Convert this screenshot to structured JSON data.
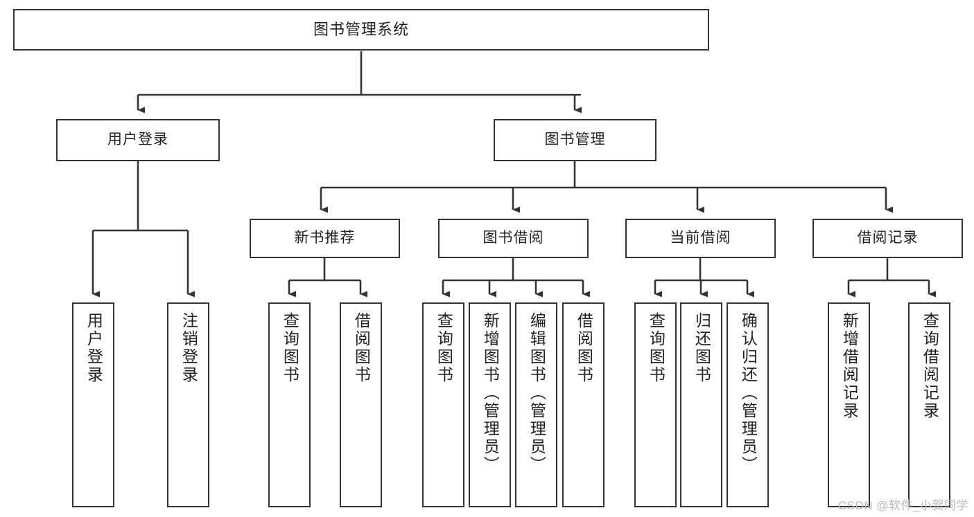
{
  "diagram": {
    "title_node": {
      "label": "图书管理系统"
    },
    "level2": [
      {
        "id": "user-login",
        "label": "用户登录"
      },
      {
        "id": "book-manage",
        "label": "图书管理"
      }
    ],
    "level3": [
      {
        "id": "new-book-recommend",
        "label": "新书推荐"
      },
      {
        "id": "book-borrow",
        "label": "图书借阅"
      },
      {
        "id": "current-borrow",
        "label": "当前借阅"
      },
      {
        "id": "borrow-record",
        "label": "借阅记录"
      }
    ],
    "leaves": {
      "user_login": [
        {
          "id": "leaf-user-login",
          "label": "用户登录"
        },
        {
          "id": "leaf-logout-login",
          "label": "注销登录"
        }
      ],
      "new_book_recommend": [
        {
          "id": "leaf-query-book-1",
          "label": "查询图书"
        },
        {
          "id": "leaf-borrow-book-1",
          "label": "借阅图书"
        }
      ],
      "book_borrow": [
        {
          "id": "leaf-query-book-2",
          "label": "查询图书"
        },
        {
          "id": "leaf-add-book",
          "label": "新增图书（管理员）"
        },
        {
          "id": "leaf-edit-book",
          "label": "编辑图书（管理员）"
        },
        {
          "id": "leaf-borrow-book-2",
          "label": "借阅图书"
        }
      ],
      "current_borrow": [
        {
          "id": "leaf-query-book-3",
          "label": "查询图书"
        },
        {
          "id": "leaf-return-book",
          "label": "归还图书"
        },
        {
          "id": "leaf-confirm-return",
          "label": "确认归还（管理员）"
        }
      ],
      "borrow_record": [
        {
          "id": "leaf-add-record",
          "label": "新增借阅记录"
        },
        {
          "id": "leaf-query-record",
          "label": "查询借阅记录"
        }
      ]
    }
  },
  "watermark": {
    "text": "CSDN @软件_小贺同学"
  },
  "colors": {
    "border": "#333333",
    "background": "#ffffff",
    "text": "#1f1f1f",
    "watermark": "#b9b9b9"
  }
}
